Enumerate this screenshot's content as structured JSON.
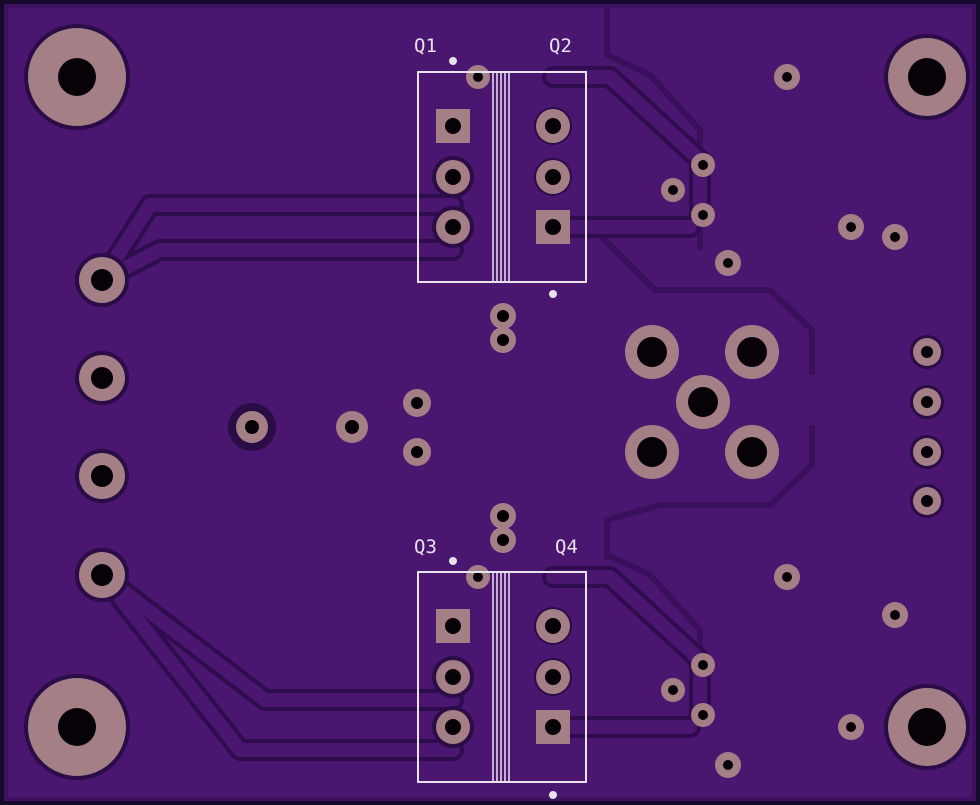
{
  "board": {
    "colors": {
      "edge": "#150a2c",
      "substrate": "#3d1160",
      "copper": "#4a1670",
      "pad": "#a57f86",
      "pad_ring": "#2a0c46",
      "hole": "#060208",
      "silkscreen": "#e6e3ec"
    }
  },
  "labels": {
    "q1": "Q1",
    "q2": "Q2",
    "q3": "Q3",
    "q4": "Q4"
  }
}
